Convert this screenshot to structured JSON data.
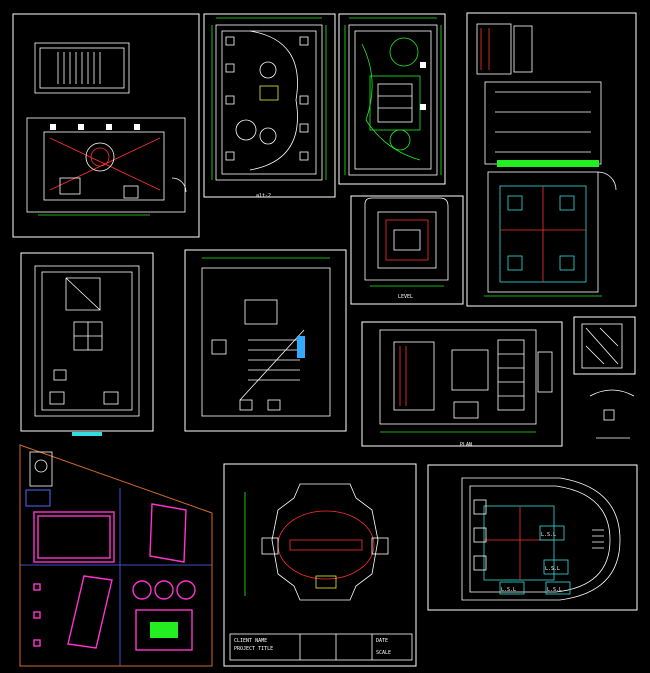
{
  "drawing": {
    "background": "#000000",
    "colors": {
      "frame": "#ffffff",
      "dimension": "#22ee22",
      "wiring": "#ff3030",
      "ceiling_outline": "#ff33cc",
      "fixtures": "#33dddd",
      "annotations": "#eeee33",
      "grid": "#5566ff"
    },
    "labels": {
      "plan2_title": "alt-2",
      "plan10_title": "PLAN",
      "plan5_title": "LEVEL",
      "title_block_name": "CLIENT NAME",
      "title_block_project": "PROJECT TITLE",
      "title_block_date": "DATE",
      "title_block_scale": "SCALE",
      "room_tags": [
        "L.S.L",
        "L.S.L",
        "L.S.L",
        "L.S.L"
      ]
    }
  }
}
